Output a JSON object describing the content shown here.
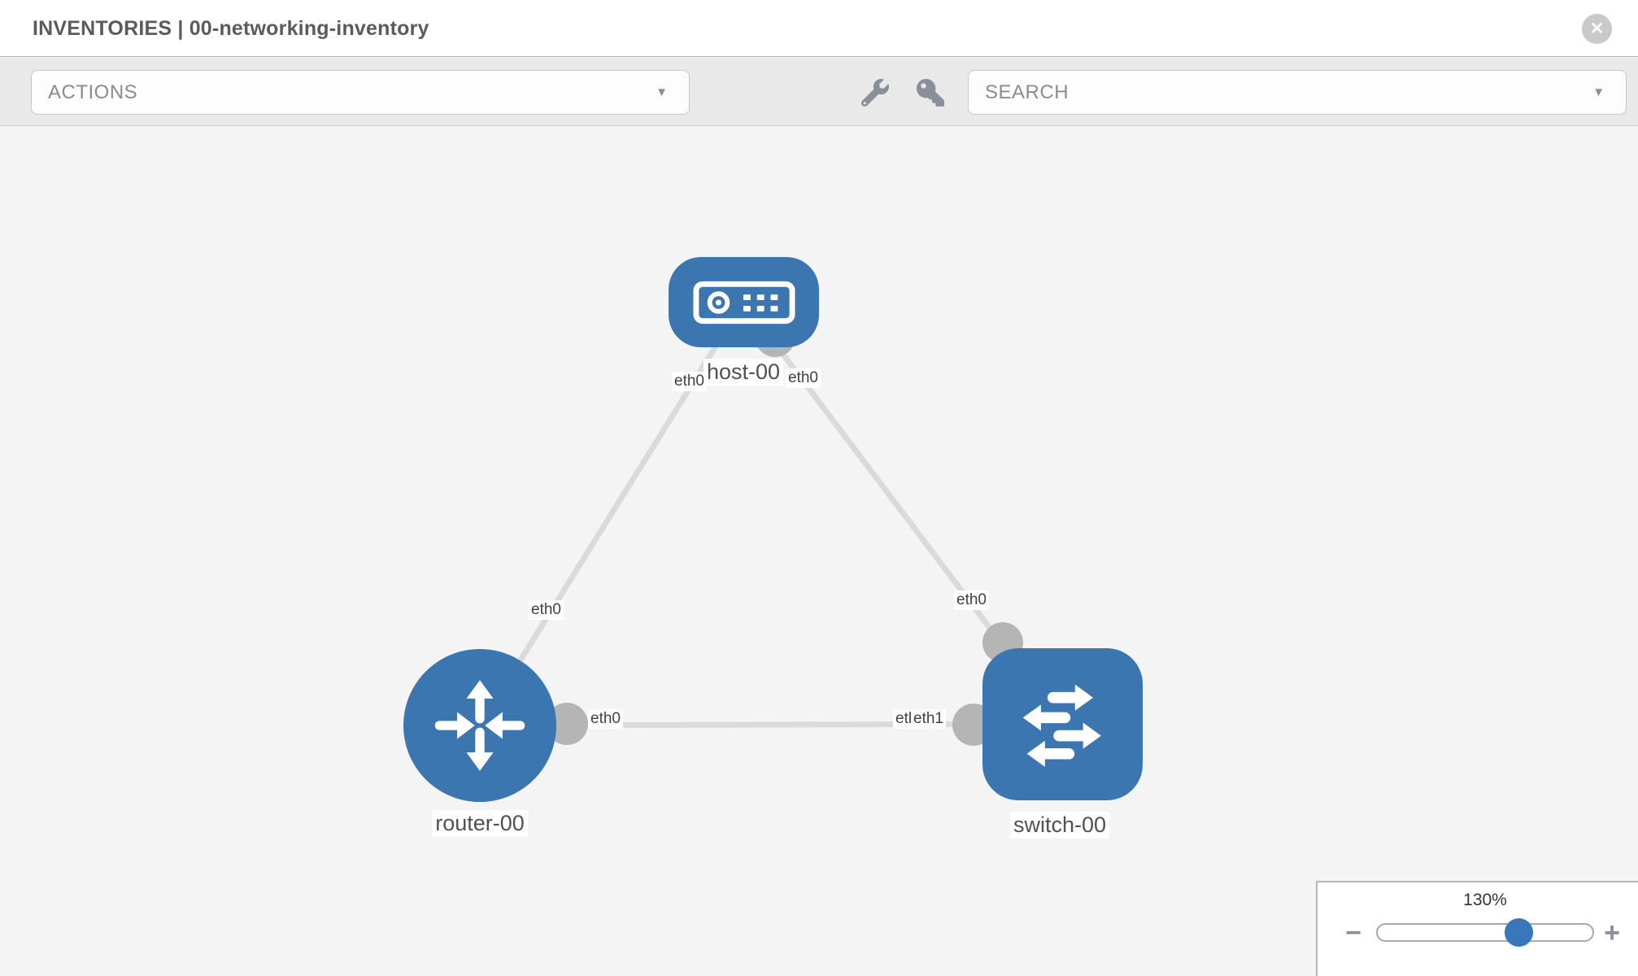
{
  "header": {
    "title": "INVENTORIES | 00-networking-inventory"
  },
  "toolbar": {
    "actions_label": "ACTIONS",
    "search_label": "SEARCH",
    "tools": [
      "wrench-icon",
      "key-icon"
    ]
  },
  "glyphs": {
    "close": "✕",
    "dropdown_arrow": "▼",
    "minus": "−",
    "plus": "+"
  },
  "topology": {
    "nodes": [
      {
        "id": "host-00",
        "type": "host",
        "label": "host-00",
        "icon": "server-icon"
      },
      {
        "id": "router-00",
        "type": "router",
        "label": "router-00",
        "icon": "router-arrows-icon"
      },
      {
        "id": "switch-00",
        "type": "switch",
        "label": "switch-00",
        "icon": "switch-arrows-icon"
      }
    ],
    "links": [
      {
        "source": "host-00",
        "target": "router-00",
        "source_interface": "eth0",
        "target_interface": "eth0"
      },
      {
        "source": "host-00",
        "target": "switch-00",
        "source_interface": "eth0",
        "target_interface": "eth0"
      },
      {
        "source": "router-00",
        "target": "switch-00",
        "source_interface": "eth0",
        "target_interface": "eth1"
      }
    ]
  },
  "zoom_control": {
    "level_label": "130%",
    "percent": 130
  },
  "colors": {
    "node_blue": "#3c76b0",
    "thumb_blue": "#3878ba",
    "link_gray": "#dadada",
    "bubble_gray": "#b5b5b5",
    "canvas_bg": "#f4f4f4",
    "toolbar_bg": "#e9e9e9",
    "icon_gray": "#8a9099"
  }
}
